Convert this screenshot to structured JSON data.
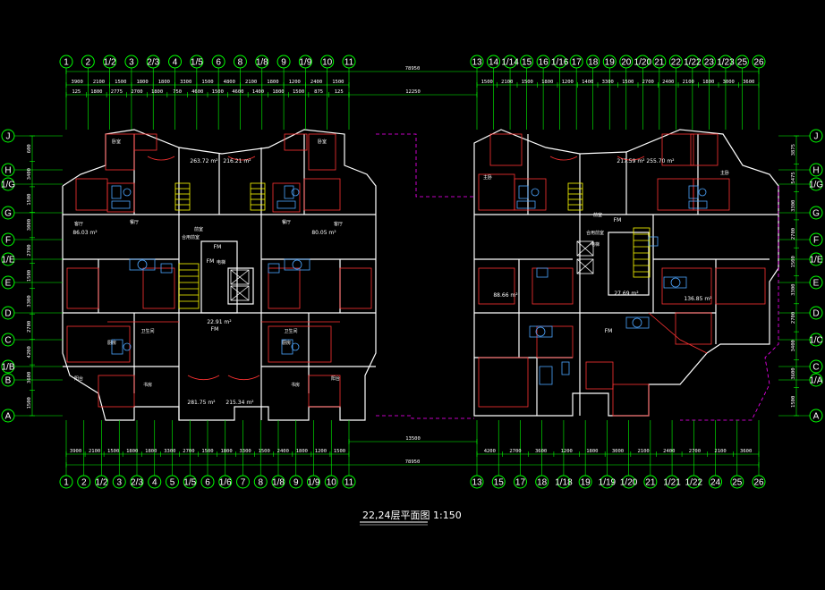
{
  "colors": {
    "background": "#000000",
    "axis_line": "#00ff00",
    "wall": "#ffffff",
    "partition": "#ff3333",
    "fixture": "#4da6ff",
    "stair": "#ffff00",
    "boundary": "#ff00ff",
    "dimension": "#ffffff"
  },
  "title": {
    "text": "22,24层平面图 1:150"
  },
  "axes": {
    "top_left": [
      "1",
      "2",
      "1/2",
      "3",
      "2/3",
      "4",
      "1/5",
      "6",
      "8",
      "1/8",
      "9",
      "1/9",
      "10",
      "11"
    ],
    "top_right": [
      "13",
      "14",
      "1/14",
      "15",
      "16",
      "1/16",
      "17",
      "18",
      "19",
      "20",
      "1/20",
      "21",
      "22",
      "1/22",
      "23",
      "1/23",
      "25",
      "26"
    ],
    "bottom_left": [
      "1",
      "2",
      "1/2",
      "3",
      "2/3",
      "4",
      "5",
      "1/5",
      "6",
      "1/6",
      "7",
      "8",
      "1/8",
      "9",
      "1/9",
      "10",
      "11"
    ],
    "bottom_right": [
      "13",
      "15",
      "17",
      "18",
      "1/18",
      "19",
      "1/19",
      "1/20",
      "21",
      "1/21",
      "1/22",
      "24",
      "25",
      "26"
    ],
    "rows_left": [
      "J",
      "H",
      "1/G",
      "G",
      "F",
      "1/E",
      "E",
      "D",
      "C",
      "1/B",
      "B",
      "A"
    ],
    "rows_right": [
      "J",
      "H",
      "1/G",
      "G",
      "F",
      "1/E",
      "E",
      "D",
      "1/C",
      "C",
      "1/A",
      "A",
      "A"
    ]
  },
  "dimensions": {
    "top_overall": "78950",
    "bottom_overall": "78950",
    "top_left_segment": "12250",
    "bottom_right_segment": "13500",
    "top_row1_left": [
      "3900",
      "2100",
      "1500",
      "1800",
      "1800",
      "3300",
      "1500",
      "4800",
      "2100",
      "1800",
      "1200",
      "2400",
      "1500"
    ],
    "top_row1_right": [
      "1500",
      "2100",
      "1500",
      "1800",
      "1200",
      "1400",
      "3300",
      "1500",
      "2700",
      "2400",
      "2100",
      "1800",
      "3000",
      "3600"
    ],
    "top_row2_left": [
      "125",
      "1800",
      "2775",
      "2700",
      "1800",
      "750",
      "4600",
      "1500",
      "4600",
      "1400",
      "1800",
      "1500",
      "875",
      "125"
    ],
    "bottom_row1_left": [
      "3900",
      "2100",
      "1500",
      "1800",
      "1800",
      "3300",
      "2700",
      "1500",
      "1800",
      "3300",
      "1500",
      "2400",
      "1800",
      "1200",
      "1500"
    ],
    "bottom_row1_right": [
      "4200",
      "2700",
      "3600",
      "1200",
      "1800",
      "3000",
      "2100",
      "2400",
      "2700",
      "2100",
      "3600"
    ],
    "left_vertical": [
      "600",
      "3400",
      "1500",
      "3000",
      "2700",
      "1500",
      "3300",
      "2700",
      "4200",
      "3600",
      "1500"
    ],
    "right_vertical": [
      "3875",
      "5475",
      "3300",
      "2700",
      "1500",
      "3300",
      "2700",
      "3400",
      "3600",
      "1500"
    ]
  },
  "rooms": {
    "areas": [
      "263.72 m²",
      "216.21 m²",
      "86.03 m²",
      "80.05 m²",
      "22.91 m²",
      "281.75 m²",
      "215.34 m²",
      "217.59 m²",
      "255.70 m²",
      "27.69 m²",
      "88.66 m²",
      "136.85 m²"
    ],
    "fm": [
      "FM",
      "FM",
      "FM",
      "FM",
      "FM"
    ],
    "labels": [
      "卧室",
      "卧室",
      "客厅",
      "客厅",
      "主卧",
      "主卧",
      "餐厅",
      "餐厅",
      "厨房",
      "厨房",
      "卫生间",
      "卫生间",
      "阳台",
      "阳台",
      "书房",
      "书房",
      "电梯",
      "电梯",
      "前室",
      "前室",
      "合用前室",
      "合用前室"
    ]
  }
}
